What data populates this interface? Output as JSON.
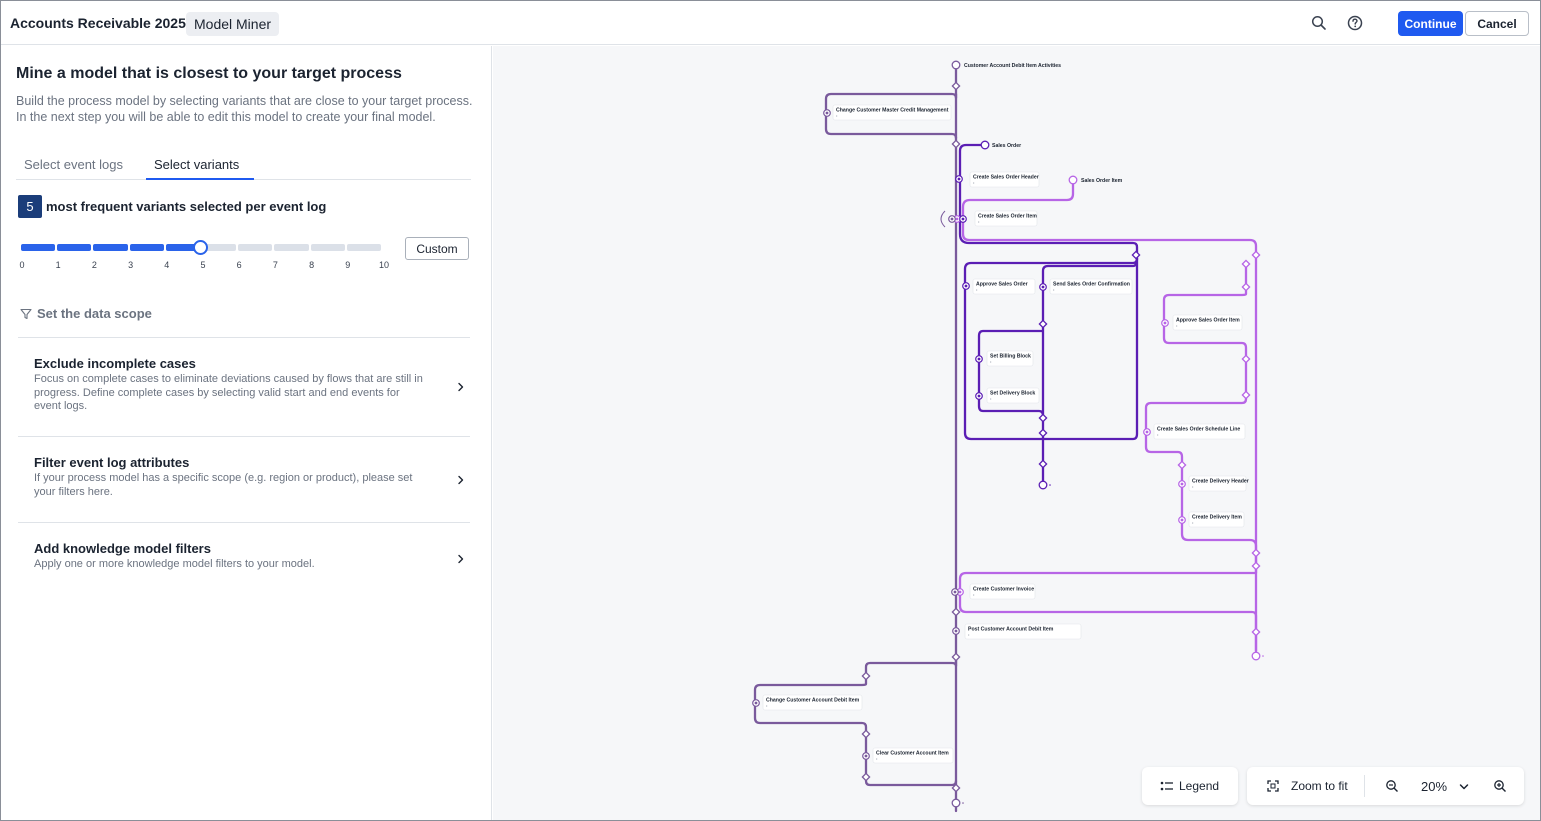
{
  "header": {
    "app_title": "Accounts Receivable 2025",
    "app_chip": "Model Miner",
    "search_icon": "search-icon",
    "help_icon": "help-icon",
    "continue_label": "Continue",
    "cancel_label": "Cancel",
    "accent_color": "#1f5af0"
  },
  "left_panel": {
    "title": "Mine a model that is closest to your target process",
    "description": "Build the process model by selecting variants that are close to your target process. In the next step you will be able to edit this model to create your final model.",
    "tabs": [
      {
        "label": "Select event logs",
        "active": false
      },
      {
        "label": "Select variants",
        "active": true
      }
    ],
    "variants": {
      "count": "5",
      "label": "most frequent variants selected per event log",
      "slider_value": 5,
      "slider_max": 10,
      "ticks": [
        "0",
        "1",
        "2",
        "3",
        "4",
        "5",
        "6",
        "7",
        "8",
        "9",
        "10"
      ],
      "custom_label": "Custom"
    },
    "scope_label": "Set the data scope",
    "cards": [
      {
        "title": "Exclude incomplete cases",
        "description": "Focus on complete cases to eliminate deviations caused by flows that are still in progress. Define complete cases by selecting valid start and end events for event logs."
      },
      {
        "title": "Filter event log attributes",
        "description": "If your process model has a specific scope (e.g. region or product), please set your filters here."
      },
      {
        "title": "Add knowledge model filters",
        "description": "Apply one or more knowledge model filters to your model."
      }
    ]
  },
  "canvas": {
    "colors": {
      "customer_account": "#7a5a9c",
      "sales_order": "#5b1eb4",
      "sales_order_item": "#b765e6"
    },
    "starts": [
      {
        "label": "Customer Account Debit Item Activities"
      },
      {
        "label": "Sales Order"
      },
      {
        "label": "Sales Order Item"
      }
    ],
    "activities": [
      "Change Customer Master Credit Management",
      "Create Sales Order Header",
      "Create Sales Order Item",
      "Approve Sales Order",
      "Send Sales Order Confirmation",
      "Set Billing Block",
      "Set Delivery Block",
      "Approve Sales Order Item",
      "Create Sales Order Schedule Line",
      "Create Delivery Header",
      "Create Delivery Item",
      "Create Customer Invoice",
      "Post Customer Account Debit Item",
      "Change Customer Account Debit Item",
      "Clear Customer Account Item"
    ],
    "legend_label": "Legend",
    "zoom_fit_label": "Zoom to fit",
    "zoom_level": "20%"
  }
}
